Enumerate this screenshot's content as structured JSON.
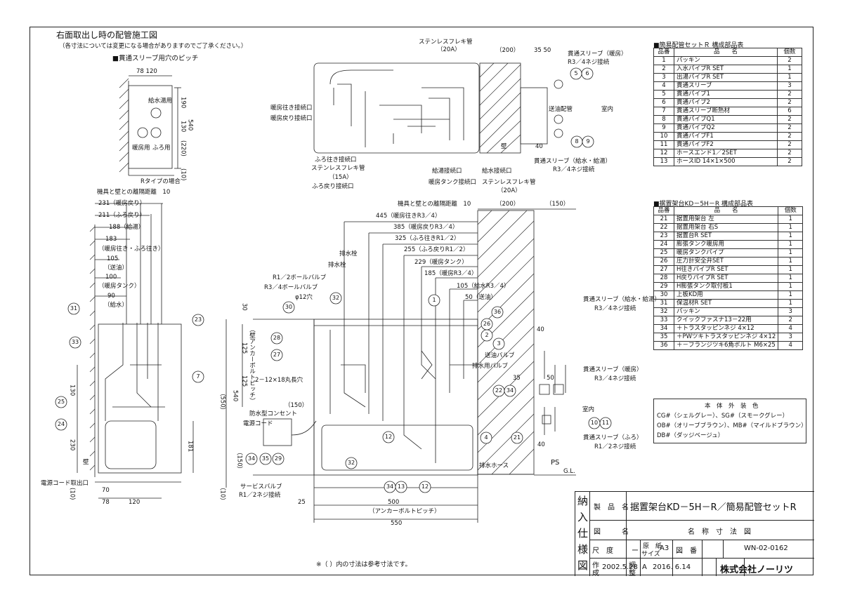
{
  "header": {
    "title": "右面取出し時の配管施工図",
    "note": "（各寸法については変更になる場合がありますのでご了承ください。）",
    "sleeve_pitch_title": "■貫通スリーブ用穴のピッチ",
    "r_type": "Rタイプの場合"
  },
  "sleeve_pitch": {
    "d78": "78",
    "d120": "120",
    "d190": "190",
    "d130": "130",
    "d540": "540",
    "d220": "(220)",
    "d10": "(10)",
    "kyutou": "給水湯用",
    "danbou": "暖房用",
    "furo": "ふろ用"
  },
  "top_view": {
    "sus20a": "ステンレスフレキ管",
    "sus20a_size": "（20A）",
    "d200": "（200）",
    "d3550": "35 50",
    "sleeve_dan": "貫通スリーブ（暖房）",
    "r34": "R3／4ネジ接続",
    "danbou_out": "暖房往き接続口",
    "danbou_back": "暖房戻り接続口",
    "furo_out": "ふろ往き接続口",
    "sus15a": "ステンレスフレキ管",
    "sus15a_size": "（15A）",
    "furo_back": "ふろ戻り接続口",
    "kyuto": "給湯接続口",
    "kyusui": "給水接続口",
    "dan_tank": "暖房タンク接続口",
    "sus20a_b": "ステンレスフレキ管",
    "sus20a_b_size": "（20A）",
    "oil": "送油配管",
    "room": "室内",
    "wall": "壁",
    "d40": "40",
    "sleeve_kyu": "貫通スリーブ（給水・給湯）",
    "r34b": "R3／4ネジ接続"
  },
  "side_view": {
    "gap": "機具と壁との離隔距離　10",
    "d231": "231（暖房戻り）",
    "d211": "211（ふろ戻り）",
    "d188": "188（給湯）",
    "d183": "183",
    "d183n": "（暖房往き・ふろ往き）",
    "d105": "105",
    "d105n": "（送油）",
    "d100": "100",
    "d100n": "（暖房タンク）",
    "d90": "90",
    "d90n": "（給水）",
    "d130": "130",
    "d230": "230",
    "d181": "181",
    "d70": "70",
    "d78": "78",
    "d120": "120",
    "wall": "壁",
    "power": "電源コード取出口",
    "d10": "(10)"
  },
  "front_view": {
    "gap": "機具と壁との離隔距離　10",
    "d200": "（200）",
    "d150": "（150）",
    "d445": "445（暖房往きR3／4）",
    "d385": "385（暖房戻りR3／4）",
    "d325": "325（ふろ往きR1／2）",
    "d255": "255（ふろ戻りR1／2）",
    "d229": "229（暖房タンク）",
    "d185": "185（暖房R3／4）",
    "d105": "105（給水R3／4）",
    "d50": "50（送油）",
    "drain1": "排水栓",
    "drain2": "排水栓",
    "ball12": "R1／2ボールバルブ",
    "ball34": "R3／4ボールバルブ",
    "phi12": "φ12穴",
    "d30": "30",
    "d125a": "125",
    "d125b": "125",
    "anchor_pitch": "（壁アンカーボルトピッチ）",
    "d540": "540",
    "d550": "（550）",
    "slot": "2－12×18丸長穴",
    "d150b": "（150）",
    "outlet": "防水型コンセント",
    "cord": "電源コード",
    "d150c": "（150）",
    "d10": "（10）",
    "service": "サービスバルブ",
    "r12": "R1／2ネジ接続",
    "d25": "25",
    "d500": "500",
    "anchor": "（アンカーボルトピッチ）",
    "d550b": "550",
    "drain_valve": "送油バルブ",
    "drain_v2": "排水用バルブ",
    "drain_hose": "排水ホース",
    "d35": "35",
    "d40": "40",
    "d50b": "50",
    "d40b": "40",
    "room": "室内",
    "ps": "PS",
    "gl": "G.L.",
    "sleeve_kyu": "貫通スリーブ（給水・給湯）",
    "r34": "R3／4ネジ接続",
    "sleeve_dan": "貫通スリーブ（暖房）",
    "r34b": "R3／4ネジ接続",
    "sleeve_furo": "貫通スリーブ（ふろ）",
    "r12b": "R1／2ネジ接続"
  },
  "balloons": [
    "31",
    "33",
    "25",
    "24",
    "7",
    "23",
    "30",
    "28",
    "27",
    "32",
    "1",
    "36",
    "26",
    "2",
    "3",
    "22",
    "34",
    "12",
    "4",
    "21",
    "34",
    "35",
    "29",
    "34",
    "13",
    "12",
    "32",
    "5",
    "6",
    "8",
    "9",
    "10",
    "11"
  ],
  "parts_r": {
    "title": "■簡易配管セットＲ 構成部品表",
    "head": [
      "品番",
      "品　　名",
      "個数"
    ],
    "rows": [
      [
        "1",
        "パッキン",
        "2"
      ],
      [
        "2",
        "入水パイプR SET",
        "1"
      ],
      [
        "3",
        "出湯パイプR SET",
        "1"
      ],
      [
        "4",
        "貫通スリーブ",
        "3"
      ],
      [
        "5",
        "貫通パイプ1",
        "2"
      ],
      [
        "6",
        "貫通パイプ2",
        "2"
      ],
      [
        "7",
        "貫通スリーブ断熱材",
        "6"
      ],
      [
        "8",
        "貫通パイプQ1",
        "2"
      ],
      [
        "9",
        "貫通パイプQ2",
        "2"
      ],
      [
        "10",
        "貫通パイプF1",
        "2"
      ],
      [
        "11",
        "貫通パイプF2",
        "2"
      ],
      [
        "12",
        "ホースエンド1／2SET",
        "2"
      ],
      [
        "13",
        "ホースID 14×1×500",
        "2"
      ]
    ]
  },
  "parts_kd": {
    "title": "■据置架台KD－5H－R 構成部品表",
    "head": [
      "品番",
      "品　　名",
      "個数"
    ],
    "rows": [
      [
        "21",
        "据置用架台 左",
        "1"
      ],
      [
        "22",
        "据置用架台 右S",
        "1"
      ],
      [
        "23",
        "据置台R SET",
        "1"
      ],
      [
        "24",
        "膨張タンク暖房用",
        "1"
      ],
      [
        "25",
        "暖房タンクパイプ",
        "1"
      ],
      [
        "26",
        "圧力計安全弁SET",
        "1"
      ],
      [
        "27",
        "H往きパイプR SET",
        "1"
      ],
      [
        "28",
        "H戻りパイプR SET",
        "1"
      ],
      [
        "29",
        "H膨張タンク取付板1",
        "1"
      ],
      [
        "30",
        "上板KD用",
        "1"
      ],
      [
        "31",
        "保温材R SET",
        "1"
      ],
      [
        "32",
        "パッキン",
        "3"
      ],
      [
        "33",
        "クイックファスナ13－22用",
        "2"
      ],
      [
        "34",
        "＋トラスタッピンネジ 4×12",
        "4"
      ],
      [
        "35",
        "＋PWツキトラスタッピンネジ 4×12",
        "3"
      ],
      [
        "36",
        "＋－フランジツキ6角ボルト M6×25",
        "4"
      ]
    ]
  },
  "colors": {
    "title": "本　体　外　装　色",
    "l1": "CG#（シェルグレー）、SG#（スモークグレー）",
    "l2": "OB#（オリーブブラウン）、MB#（マイルドブラウン）",
    "l3": "DB#（ダッジベージュ）"
  },
  "title_block": {
    "side": [
      "納",
      "入",
      "仕",
      "様",
      "図"
    ],
    "product_label": "製　品　名",
    "product": "据置架台KD－5H－R／簡易配管セットR",
    "drawing_label": "図　　　名",
    "drawing": "名　称　寸　法　図",
    "scale_label": "尺　度",
    "scale": "ー",
    "paper_label": "原　紙",
    "paper_label2": "サイズ",
    "paper": "A3",
    "num_label": "図　番",
    "num": "WN-02-0162",
    "made_label": "作",
    "made_label2": "成",
    "made": "2002.5.28",
    "rev_label": "調",
    "rev_label2": "整",
    "rev": "A",
    "rev_date": "2016. 6.14",
    "company": "株式会社ノーリツ"
  },
  "footnote": "※（ ）内の寸法は参考寸法です。"
}
